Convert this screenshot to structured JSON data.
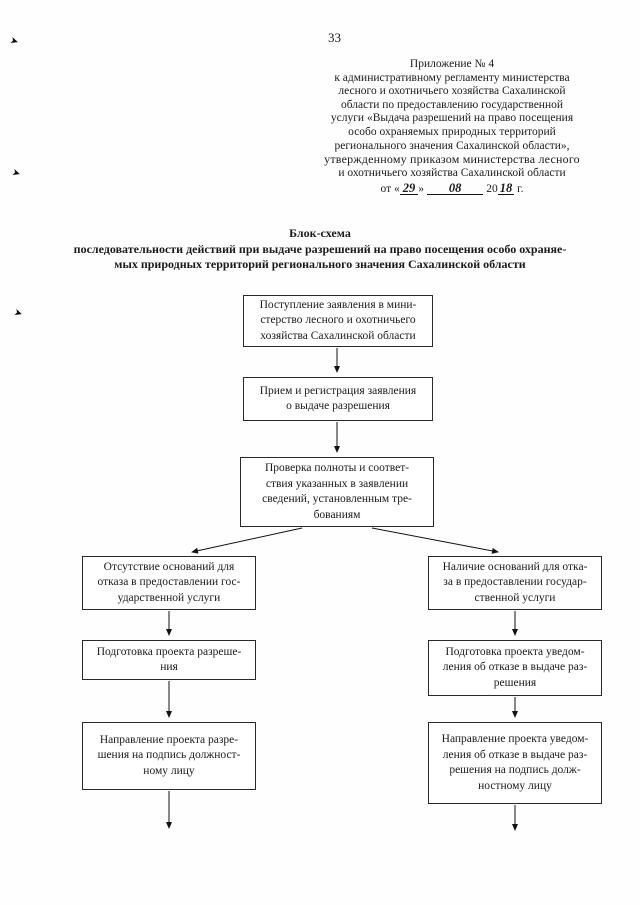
{
  "page": {
    "number": "33"
  },
  "header": {
    "lines": [
      "Приложение № 4",
      "к административному регламенту министерства",
      "лесного и охотничьего хозяйства Сахалинской",
      "области по предоставлению государственной",
      "услуги «Выдача разрешений на право посещения",
      "особо охраняемых природных территорий",
      "регионального значения Сахалинской области»,",
      "утвержденному приказом министерства лесного",
      "и охотничьего хозяйства Сахалинской области"
    ],
    "date": {
      "prefix": "от «",
      "day": "29",
      "close": "»",
      "month": "08",
      "year_printed": "20",
      "year_hand": "18",
      "suffix": " г."
    }
  },
  "title": {
    "lines": [
      "Блок-схема",
      "последовательности действий при выдаче разрешений на право посещения особо охраняе-",
      "мых природных территорий регионального значения Сахалинской области"
    ]
  },
  "flowchart": {
    "boxes": {
      "b1": {
        "lines": [
          "Поступление заявления в мини-",
          "стерство лесного и охотничьего",
          "хозяйства Сахалинской области"
        ]
      },
      "b2": {
        "lines": [
          "Прием и регистрация заявления",
          "о выдаче разрешения"
        ]
      },
      "b3": {
        "lines": [
          "Проверка полноты и соответ-",
          "ствия указанных в заявлении",
          "сведений, установленным тре-",
          "бованиям"
        ]
      },
      "b4l": {
        "lines": [
          "Отсутствие оснований для",
          "отказа в предоставлении гос-",
          "ударственной услуги"
        ]
      },
      "b5l": {
        "lines": [
          "Подготовка проекта разреше-",
          "ния"
        ]
      },
      "b6l": {
        "lines": [
          "Направление проекта разре-",
          "шения на подпись должност-",
          "ному лицу"
        ]
      },
      "b4r": {
        "lines": [
          "Наличие оснований для отка-",
          "за в предоставлении государ-",
          "ственной услуги"
        ]
      },
      "b5r": {
        "lines": [
          "Подготовка проекта уведом-",
          "ления об отказе в выдаче раз-",
          "решения"
        ]
      },
      "b6r": {
        "lines": [
          "Направление проекта уведом-",
          "ления об отказе в выдаче раз-",
          "решения на подпись долж-",
          "ностному лицу"
        ]
      }
    }
  },
  "icons": {
    "scan_mark": "➤"
  },
  "colors": {
    "ink": "#1a1a1a",
    "paper": "#fefefe",
    "border": "#2a2a2a"
  }
}
